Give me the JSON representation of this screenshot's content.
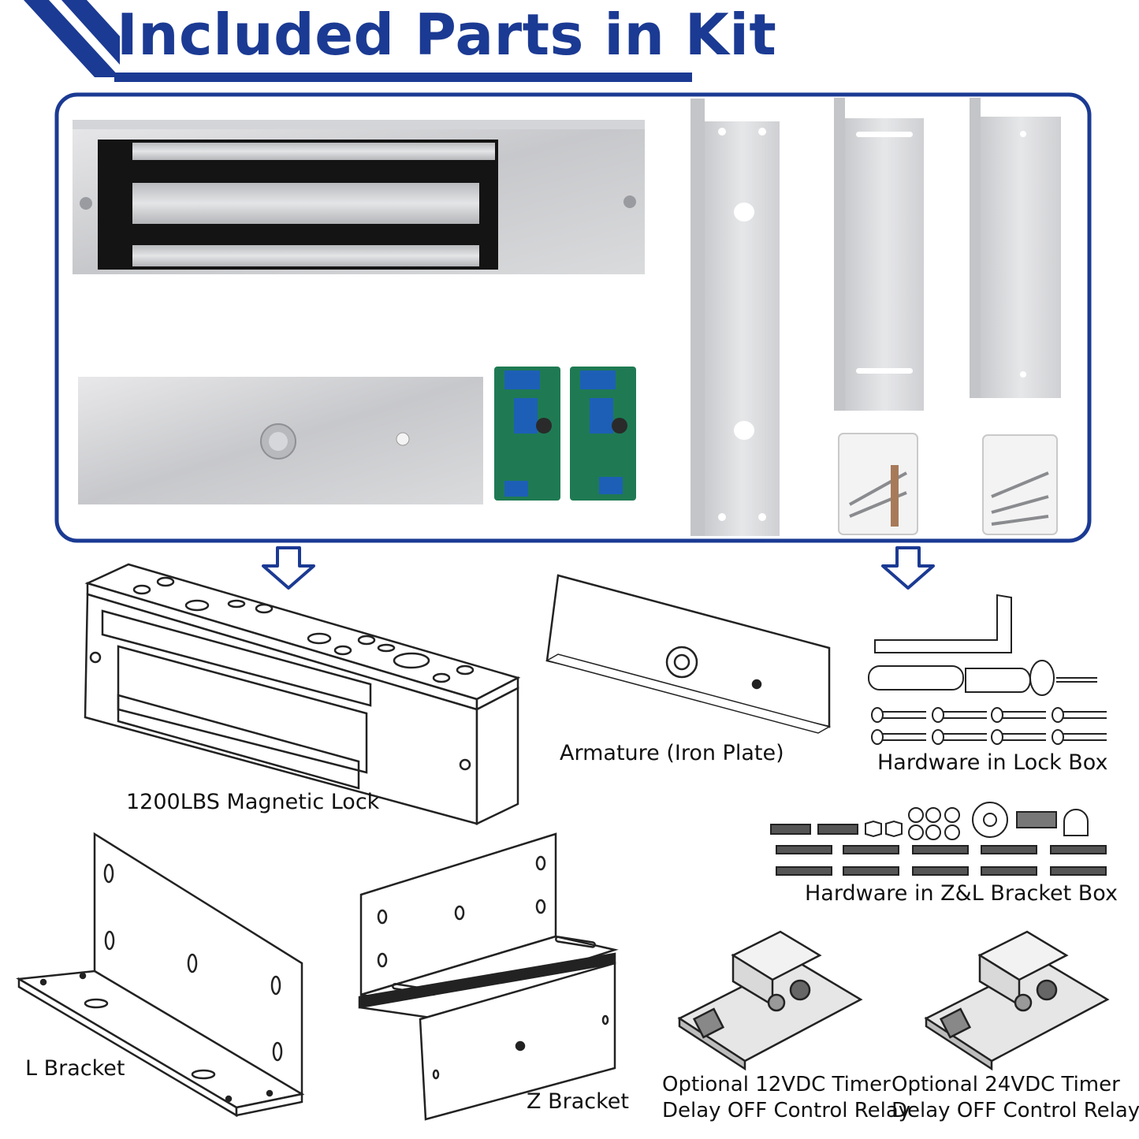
{
  "header": {
    "title": "Included Parts in Kit",
    "accent_color": "#1b3a93"
  },
  "photo_panel": {
    "border_color": "#1b3a93",
    "items": [
      "magnetic-lock-photo",
      "armature-plate-photo",
      "relay-board-photo",
      "relay-board-photo",
      "z-bracket-photo",
      "l-bracket-photo",
      "l-bracket-photo",
      "hardware-bag-photo",
      "hardware-bag-photo"
    ]
  },
  "labels": {
    "magnetic_lock": "1200LBS Magnetic Lock",
    "armature": "Armature (Iron Plate)",
    "hardware_lock_box": "Hardware in Lock Box",
    "hardware_bracket_box": "Hardware in Z&L Bracket Box",
    "l_bracket": "L Bracket",
    "z_bracket": "Z Bracket",
    "relay_12v_line1": "Optional 12VDC Timer",
    "relay_12v_line2": "Delay OFF Control Relay",
    "relay_24v_line1": "Optional 24VDC Timer",
    "relay_24v_line2": "Delay OFF Control Relay"
  }
}
